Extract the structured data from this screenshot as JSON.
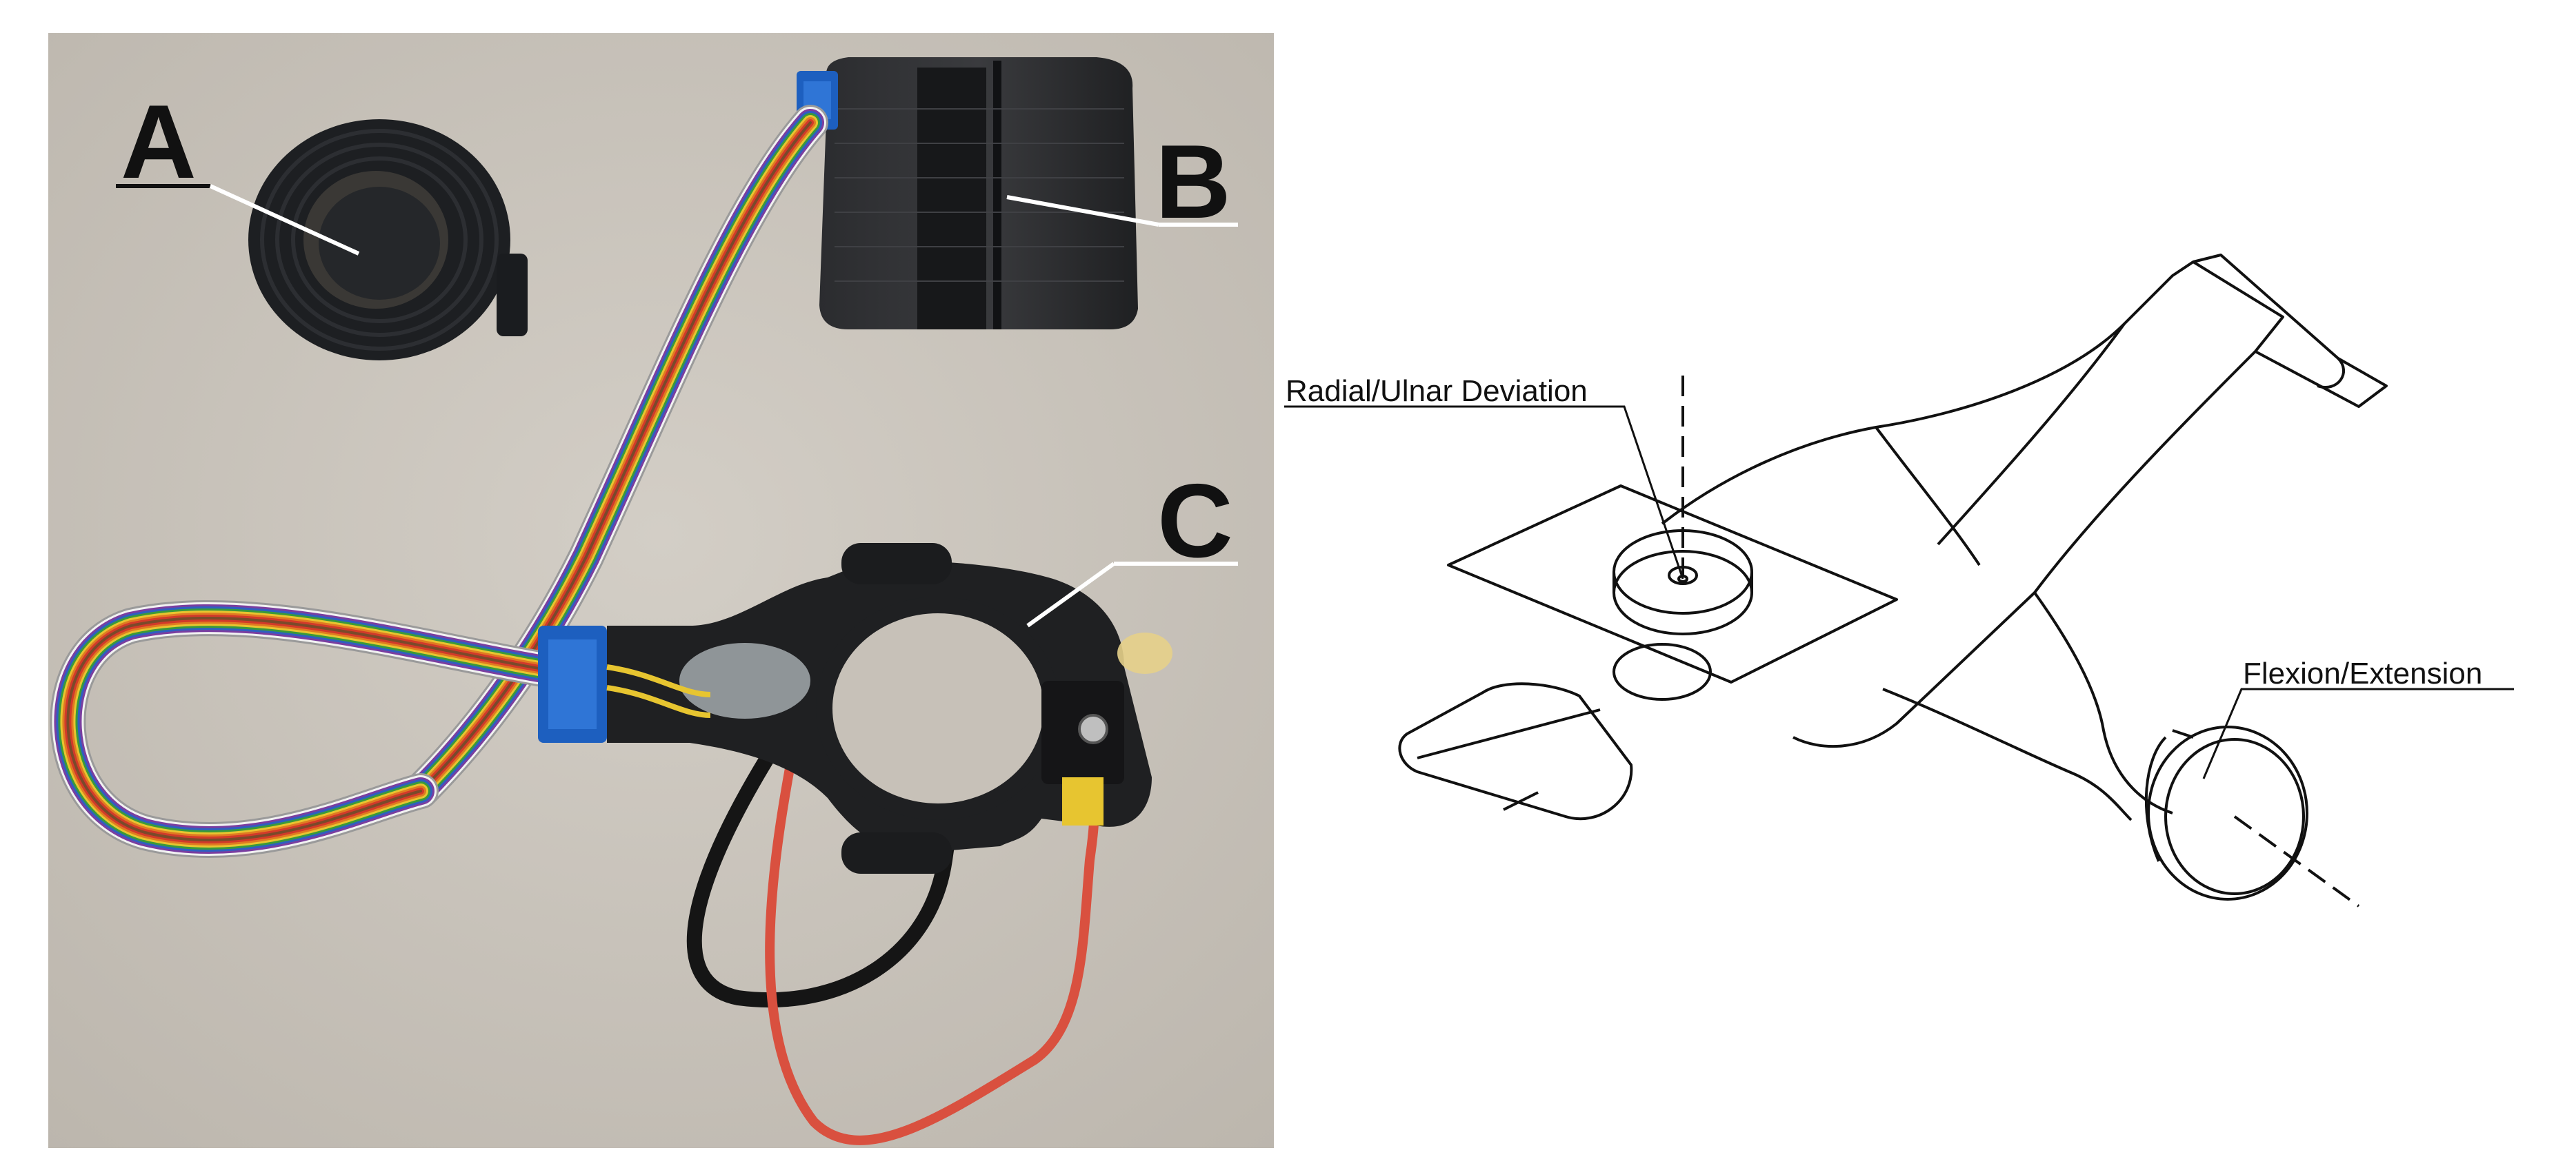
{
  "figure": {
    "photo": {
      "labels": {
        "a": "A",
        "b": "B",
        "c": "C"
      },
      "colors": {
        "background": "#cbc5bd",
        "strap": "#1d1f22",
        "housing": "#222325",
        "connector": "#1d5fbf",
        "red_wire": "#d9503f",
        "black_wire": "#151515",
        "ribbon": [
          "#7a4a2a",
          "#d23a2a",
          "#e07a22",
          "#e7c530",
          "#3a9a3a",
          "#2f5fc0",
          "#7a3ea0",
          "#8a8a8a",
          "#f2f2f2"
        ]
      }
    },
    "drawing": {
      "labels": {
        "radial_ulnar": "Radial/Ulnar Deviation",
        "flexion_extension": "Flexion/Extension"
      },
      "line_color": "#111111"
    }
  }
}
